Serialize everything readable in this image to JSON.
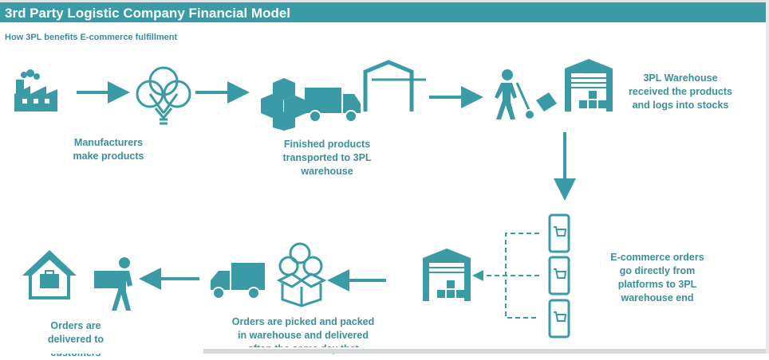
{
  "header": {
    "title": "3rd Party Logistic Company Financial Model",
    "subtitle": "How 3PL benefits E-commerce fulfillment"
  },
  "steps": {
    "manufacturers": "Manufacturers\nmake products",
    "transport": "Finished products\ntransported to 3PL\nwarehouse",
    "received": "3PL Warehouse\nreceived the products\nand logs into stocks",
    "orders": "E-commerce orders\ngo directly from\nplatforms to 3PL\nwarehouse end",
    "picked": "Orders are picked and packed\nin warehouse and delivered\noften the same day that",
    "delivered": "Orders are\ndelivered to\ncustomers"
  },
  "colors": {
    "accent": "#3a9aa6",
    "text": "#3a8f9a",
    "title_text": "#ffffff"
  },
  "icons": [
    "factory-icon",
    "idea-bulbs-icon",
    "boxes-truck-icon",
    "warehouse-icon",
    "worker-handtruck-icon",
    "phone-cart-icon",
    "open-box-icon",
    "delivery-person-icon"
  ]
}
